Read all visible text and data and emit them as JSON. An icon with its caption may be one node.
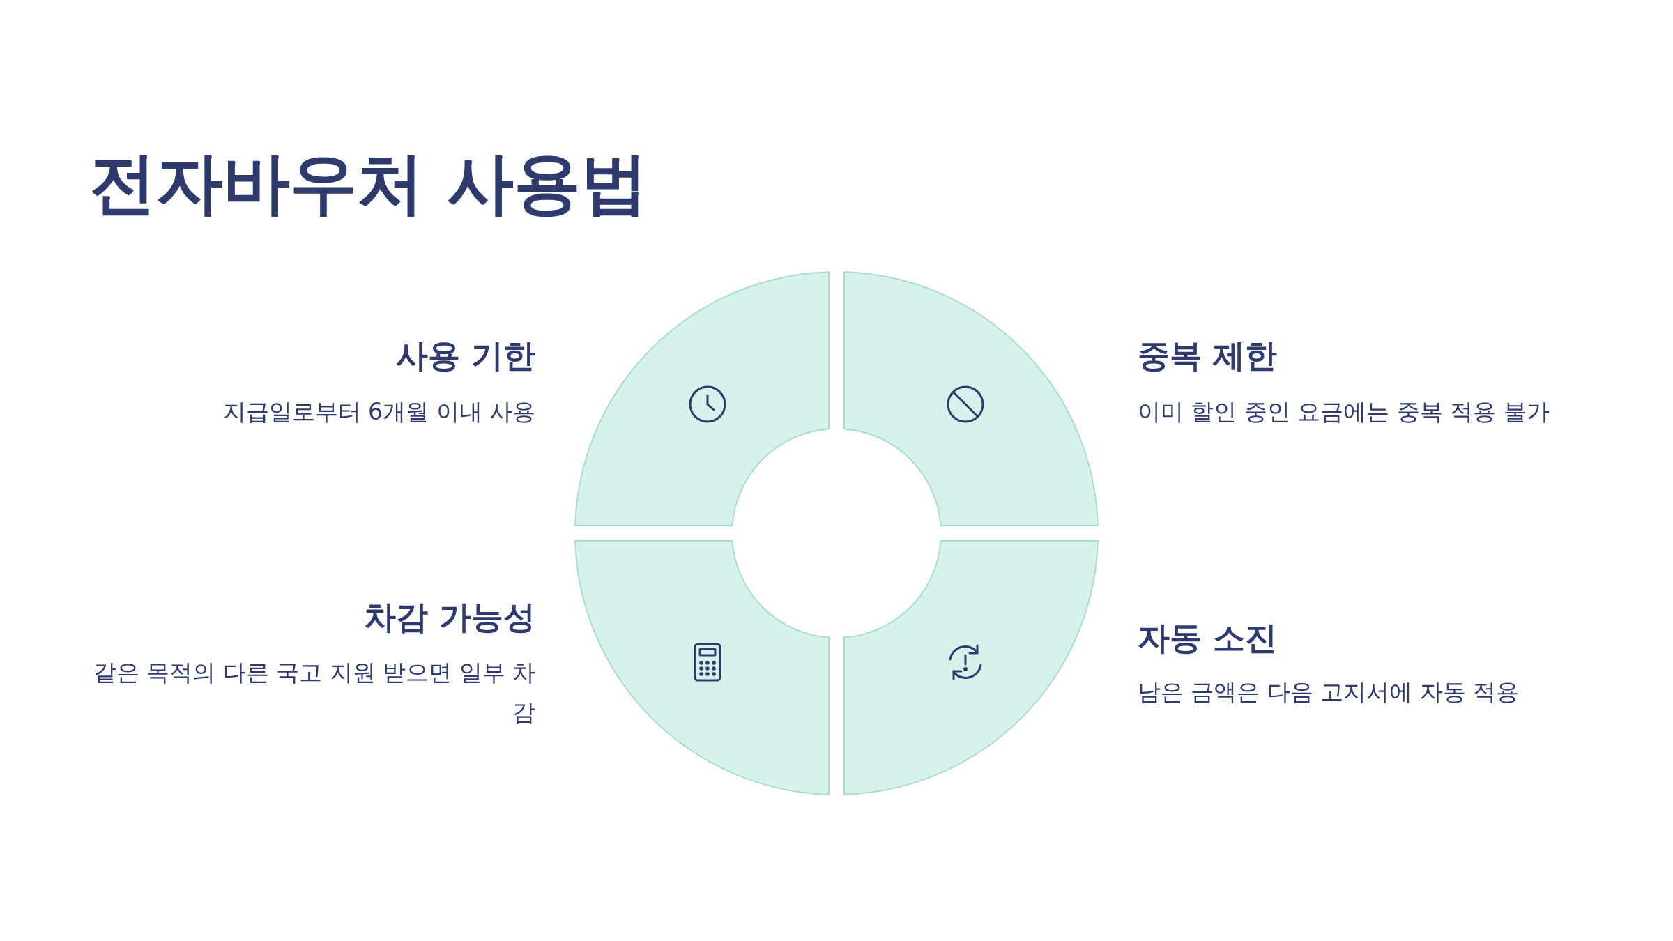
{
  "diagram": {
    "title": "전자바우처 사용법",
    "nodes": [
      {
        "text": [],
        "shape": "sector",
        "beside": [
          "사용 기한",
          "지급일로부터 6개월 이내 사용"
        ]
      },
      {
        "text": [],
        "shape": "sector",
        "beside": [
          "중복 제한",
          "이미 할인 중인 요금에는 중복 적용 불가"
        ]
      },
      {
        "text": [],
        "shape": "sector",
        "beside": [
          "차감 가능성",
          "같은 목적의 다른 국고 지원 받으면 일부 차감"
        ]
      },
      {
        "text": [],
        "shape": "sector",
        "beside": [
          "자동 소진",
          "남은 금액은 다음 고지서에 자동 적용"
        ]
      }
    ],
    "edges": []
  }
}
